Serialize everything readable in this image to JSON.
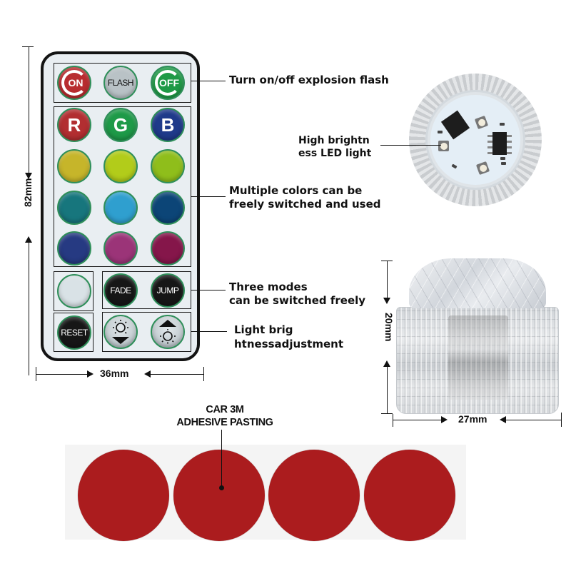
{
  "remote": {
    "dimensions": {
      "height_label": "82mm",
      "width_label": "36mm"
    },
    "row_power": [
      {
        "id": "on",
        "label": "ON",
        "color": "#b82c2f"
      },
      {
        "id": "flash",
        "label": "FLASH",
        "color": "#b9c2c6"
      },
      {
        "id": "off",
        "label": "OFF",
        "color": "#1f9a46"
      }
    ],
    "row_rgb": [
      {
        "label": "R",
        "color": "#b22e31"
      },
      {
        "label": "G",
        "color": "#1e9a48"
      },
      {
        "label": "B",
        "color": "#1f3a8a"
      }
    ],
    "color_rows": [
      [
        "#c6b52a",
        "#b2cc1a",
        "#8fbe1b"
      ],
      [
        "#17767d",
        "#2f9fcf",
        "#0c4577"
      ],
      [
        "#263a82",
        "#9b3478",
        "#85164a"
      ]
    ],
    "mode_row": [
      {
        "id": "white",
        "label": "",
        "color": "#d9e2e6"
      },
      {
        "id": "fade",
        "label": "FADE",
        "color": "#161616"
      },
      {
        "id": "jump",
        "label": "JUMP",
        "color": "#161616"
      }
    ],
    "bottom_row": [
      {
        "id": "reset",
        "label": "RESET",
        "color": "#161616"
      },
      {
        "id": "brightness-down",
        "label": "",
        "color": "#c3ccd0"
      },
      {
        "id": "brightness-up",
        "label": "",
        "color": "#c3ccd0"
      }
    ]
  },
  "callouts": {
    "power": "Turn on/off explosion flash",
    "colors_line1": "Multiple colors can be",
    "colors_line2": "freely switched and used",
    "modes_line1": "Three modes",
    "modes_line2": "can be switched freely",
    "brightness_line1": "Light brig",
    "brightness_line2": "htnessadjustment",
    "led_line1": "High brightn",
    "led_line2": "ess LED light"
  },
  "product": {
    "height_label": "20mm",
    "width_label": "27mm"
  },
  "adhesive": {
    "line1": "CAR 3M",
    "line2": "ADHESIVE PASTING",
    "dot_color": "#ab1c1e",
    "count": 4
  }
}
